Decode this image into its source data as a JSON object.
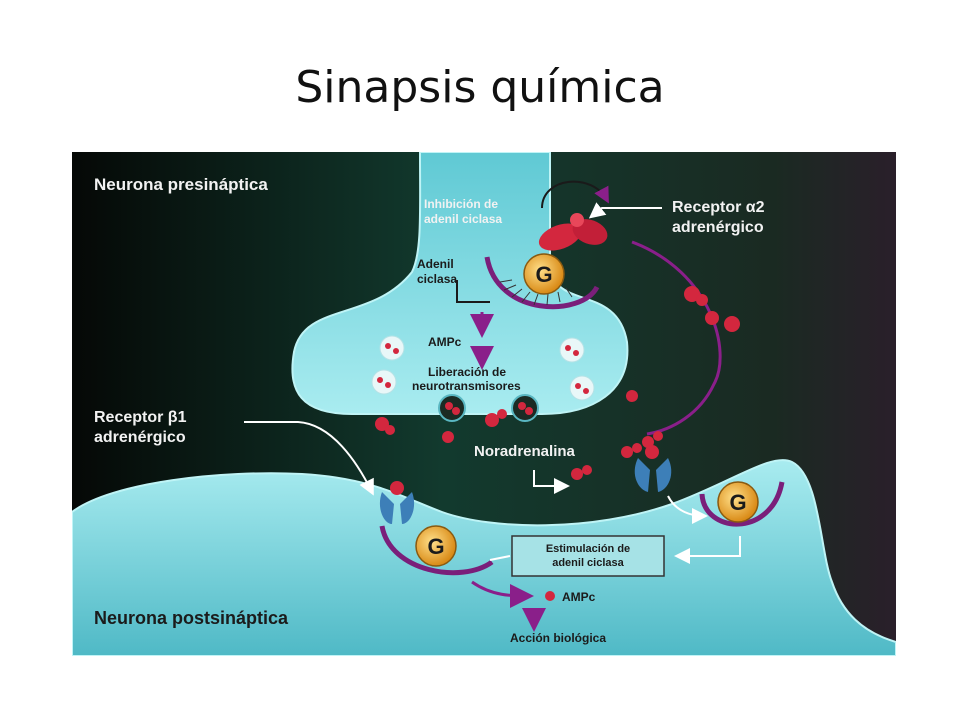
{
  "slide": {
    "title": "Sinapsis química"
  },
  "diagram": {
    "presynaptic_label": "Neurona presináptica",
    "postsynaptic_label": "Neurona postsináptica",
    "inhibition_label": [
      "Inhibición de",
      "adenil ciclasa"
    ],
    "adenyl_label": [
      "Adenil",
      "ciclasa"
    ],
    "alpha_receptor_label": [
      "Receptor α2",
      "adrenérgico"
    ],
    "beta_receptor_label": [
      "Receptor β1",
      "adrenérgico"
    ],
    "g_protein": "G",
    "ampc_pre": "AMPc",
    "release_label": [
      "Liberación de",
      "neurotransmisores"
    ],
    "noradrenaline_label": "Noradrenalina",
    "stimulation_label": [
      "Estimulación de",
      "adenil ciclasa"
    ],
    "ampc_post": "AMPc",
    "biological_action": "Acción biológica",
    "colors": {
      "neuron": "#7fd8e0",
      "membrane": "#7a1f7a",
      "g_protein": "#e8a82a",
      "transmitter": "#d3273e"
    }
  }
}
